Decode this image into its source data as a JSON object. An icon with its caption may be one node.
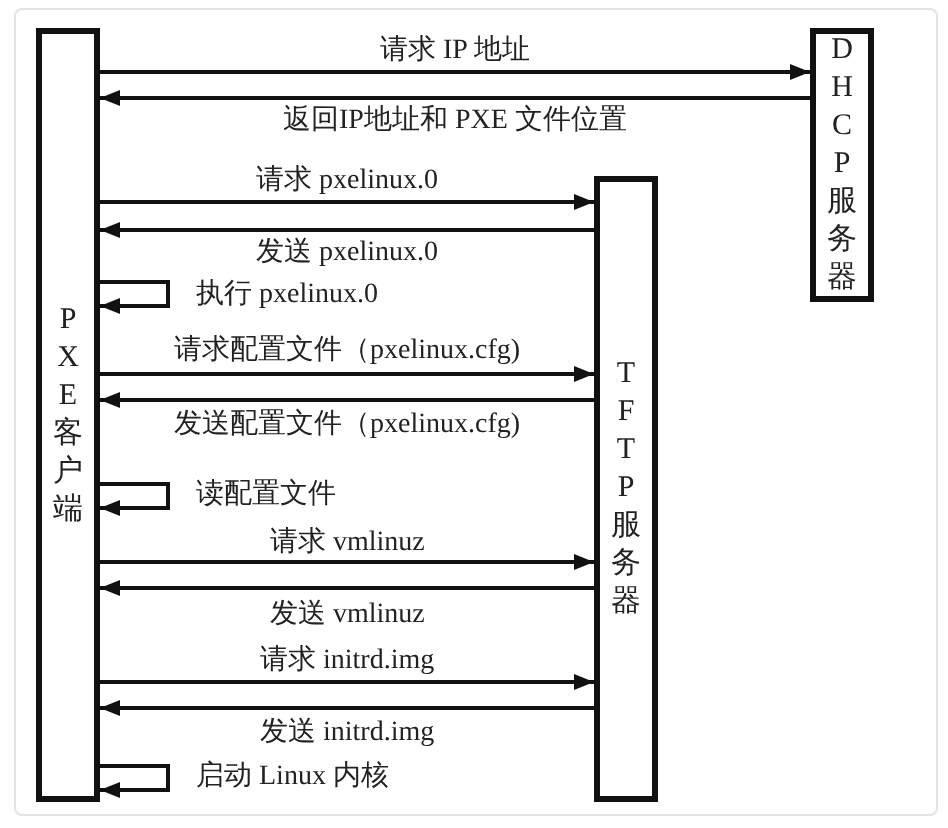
{
  "diagram": {
    "nodes": [
      {
        "text": [
          "PXE客户端"
        ]
      },
      {
        "text": [
          "DHCP服务器"
        ]
      },
      {
        "text": [
          "TFTP服务器"
        ]
      }
    ],
    "edges": [
      {
        "from": 0,
        "to": 1,
        "arrow": "to",
        "label": "请求 IP 地址"
      },
      {
        "from": 1,
        "to": 0,
        "arrow": "to",
        "label": "返回IP地址和 PXE 文件位置"
      },
      {
        "from": 0,
        "to": 2,
        "arrow": "to",
        "label": "请求 pxelinux.0"
      },
      {
        "from": 2,
        "to": 0,
        "arrow": "to",
        "label": "发送 pxelinux.0"
      },
      {
        "from": 0,
        "to": 0,
        "arrow": "to",
        "label": "执行 pxelinux.0"
      },
      {
        "from": 0,
        "to": 2,
        "arrow": "to",
        "label": "请求配置文件（pxelinux.cfg)"
      },
      {
        "from": 2,
        "to": 0,
        "arrow": "to",
        "label": "发送配置文件（pxelinux.cfg)"
      },
      {
        "from": 0,
        "to": 0,
        "arrow": "to",
        "label": "读配置文件"
      },
      {
        "from": 0,
        "to": 2,
        "arrow": "to",
        "label": "请求 vmlinuz"
      },
      {
        "from": 2,
        "to": 0,
        "arrow": "to",
        "label": "发送 vmlinuz"
      },
      {
        "from": 0,
        "to": 2,
        "arrow": "to",
        "label": "请求 initrd.img"
      },
      {
        "from": 2,
        "to": 0,
        "arrow": "to",
        "label": "发送 initrd.img"
      },
      {
        "from": 0,
        "to": 0,
        "arrow": "to",
        "label": "启动 Linux 内核"
      }
    ]
  }
}
